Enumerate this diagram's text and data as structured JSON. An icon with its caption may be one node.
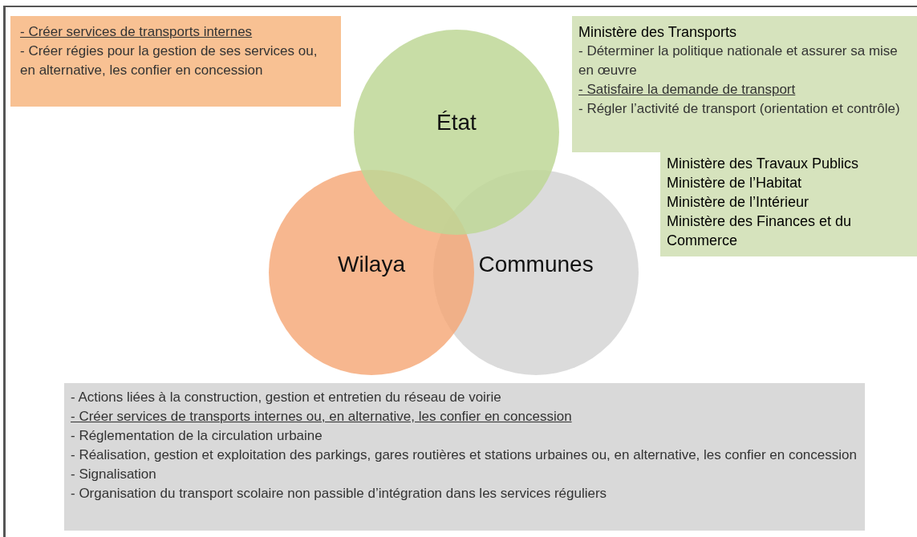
{
  "diagram": {
    "nodes": [
      {
        "text": [
          "- Créer services de transports internes",
          "- Créer régies pour la gestion de ses services ou, en alternative, les confier en concession"
        ]
      },
      {
        "text": [
          "État"
        ]
      },
      {
        "text": [
          "Ministère des Transports",
          "- Déterminer la politique nationale et assurer sa mise en œuvre",
          "- Satisfaire la demande de transport",
          "- Régler l’activité de transport (orientation et contrôle)",
          "Ministère des Travaux Publics",
          "Ministère de l’Habitat",
          "Ministère de l’Intérieur",
          "Ministère des Finances et du Commerce"
        ]
      },
      {
        "text": [
          "Wilaya"
        ]
      },
      {
        "text": [
          "Communes"
        ]
      },
      {
        "text": [
          "- Actions liées à la construction, gestion et entretien du réseau de voirie",
          "- Créer services de transports internes ou, en alternative, les confier en concession",
          "- Réglementation de la circulation urbaine",
          "- Réalisation, gestion et exploitation des parkings, gares routières et stations urbaines ou, en alternative, les confier en concession",
          "- Signalisation",
          "- Organisation du transport scolaire non passible d’intégration dans les services réguliers"
        ]
      }
    ],
    "edges": []
  }
}
